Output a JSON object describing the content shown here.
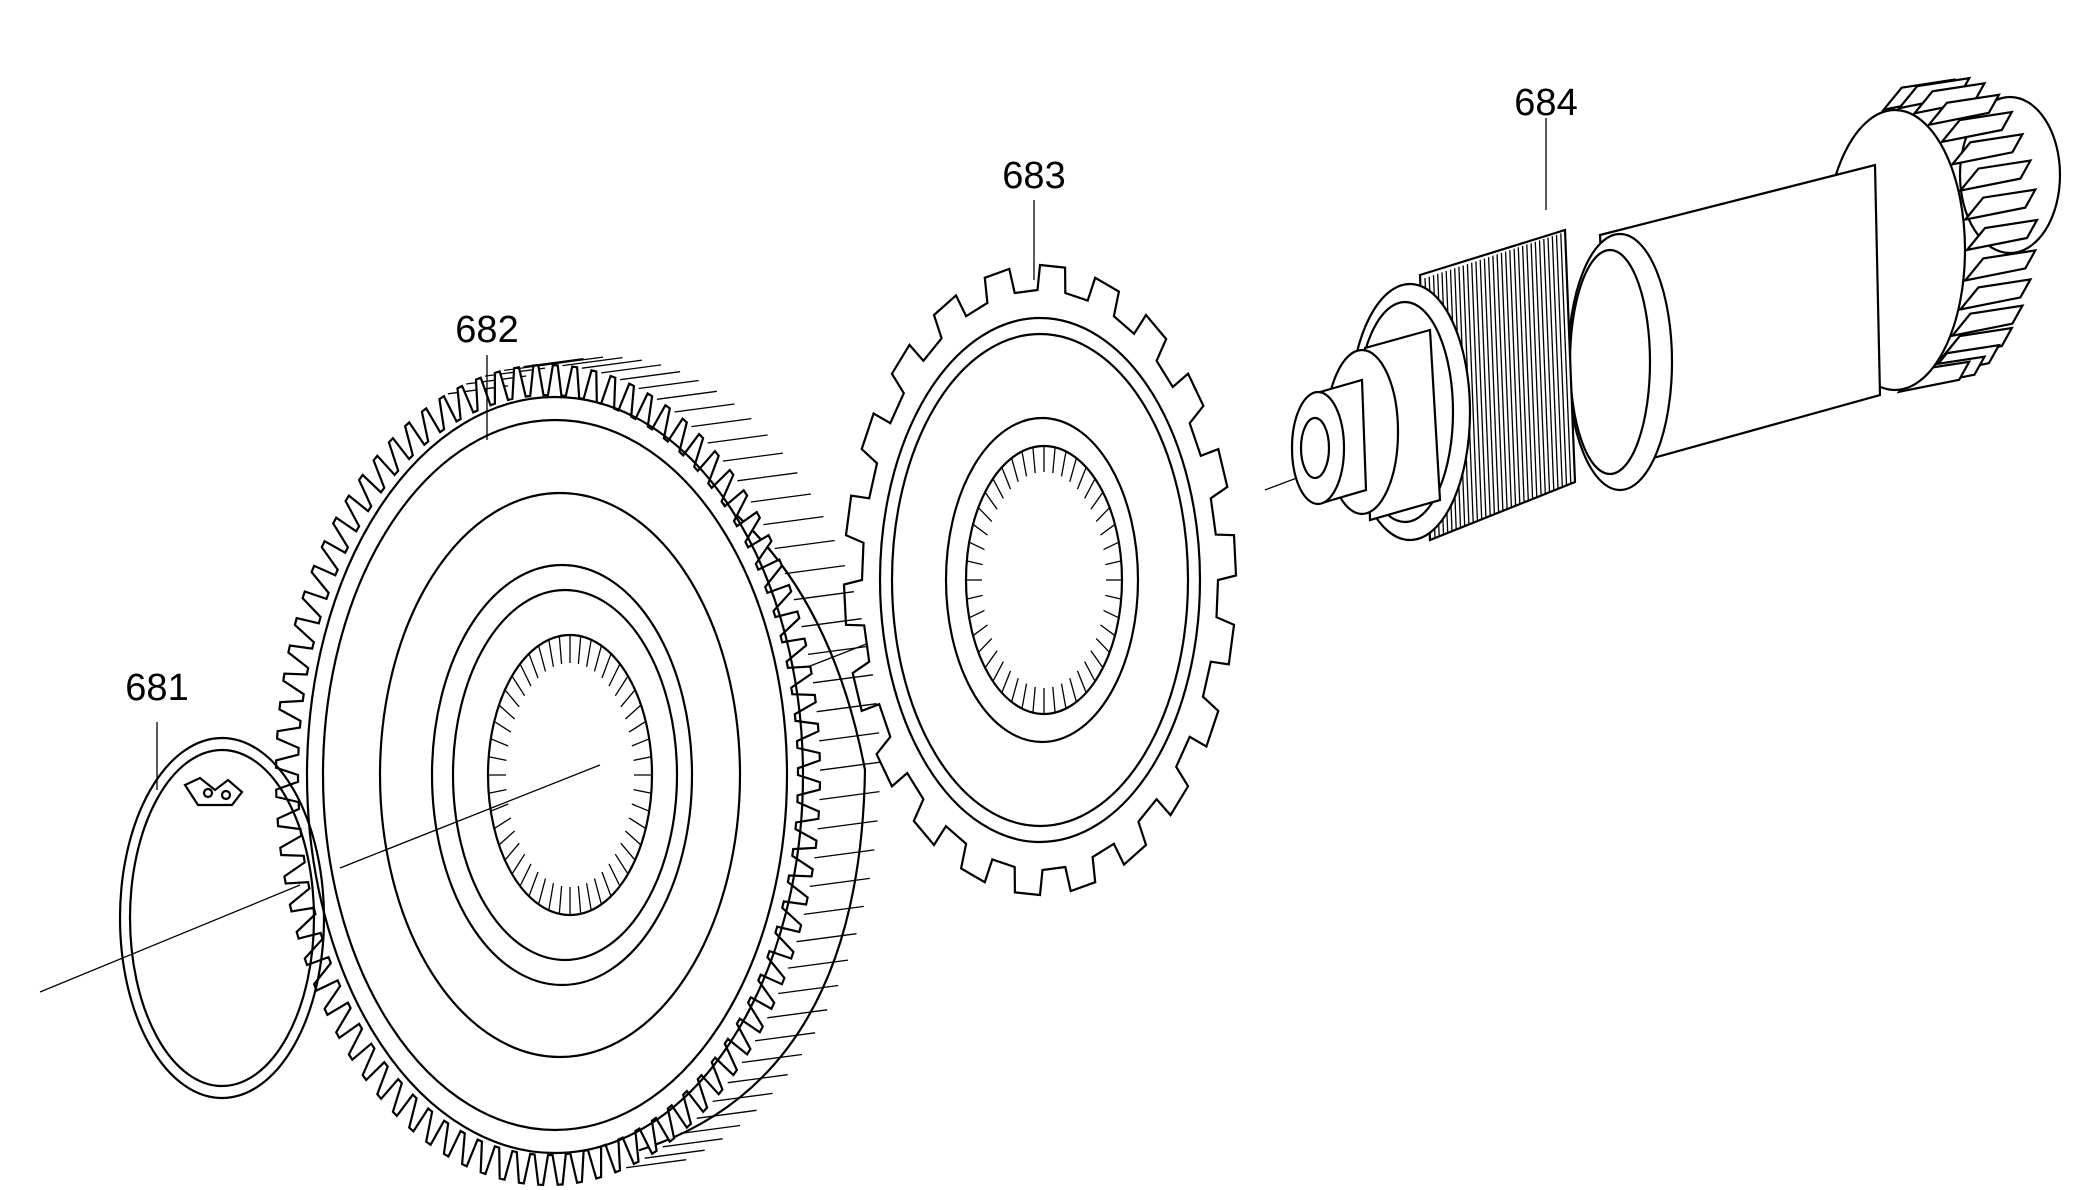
{
  "diagram": {
    "callouts": [
      {
        "id": "681",
        "label": "681"
      },
      {
        "id": "682",
        "label": "682"
      },
      {
        "id": "683",
        "label": "683"
      },
      {
        "id": "684",
        "label": "684"
      }
    ],
    "parts": [
      {
        "id": "681",
        "icon": "snap-ring-icon"
      },
      {
        "id": "682",
        "icon": "helical-gear-icon"
      },
      {
        "id": "683",
        "icon": "clutch-hub-icon"
      },
      {
        "id": "684",
        "icon": "pinion-shaft-icon"
      }
    ],
    "line_color": "#000000",
    "background": "#ffffff"
  }
}
